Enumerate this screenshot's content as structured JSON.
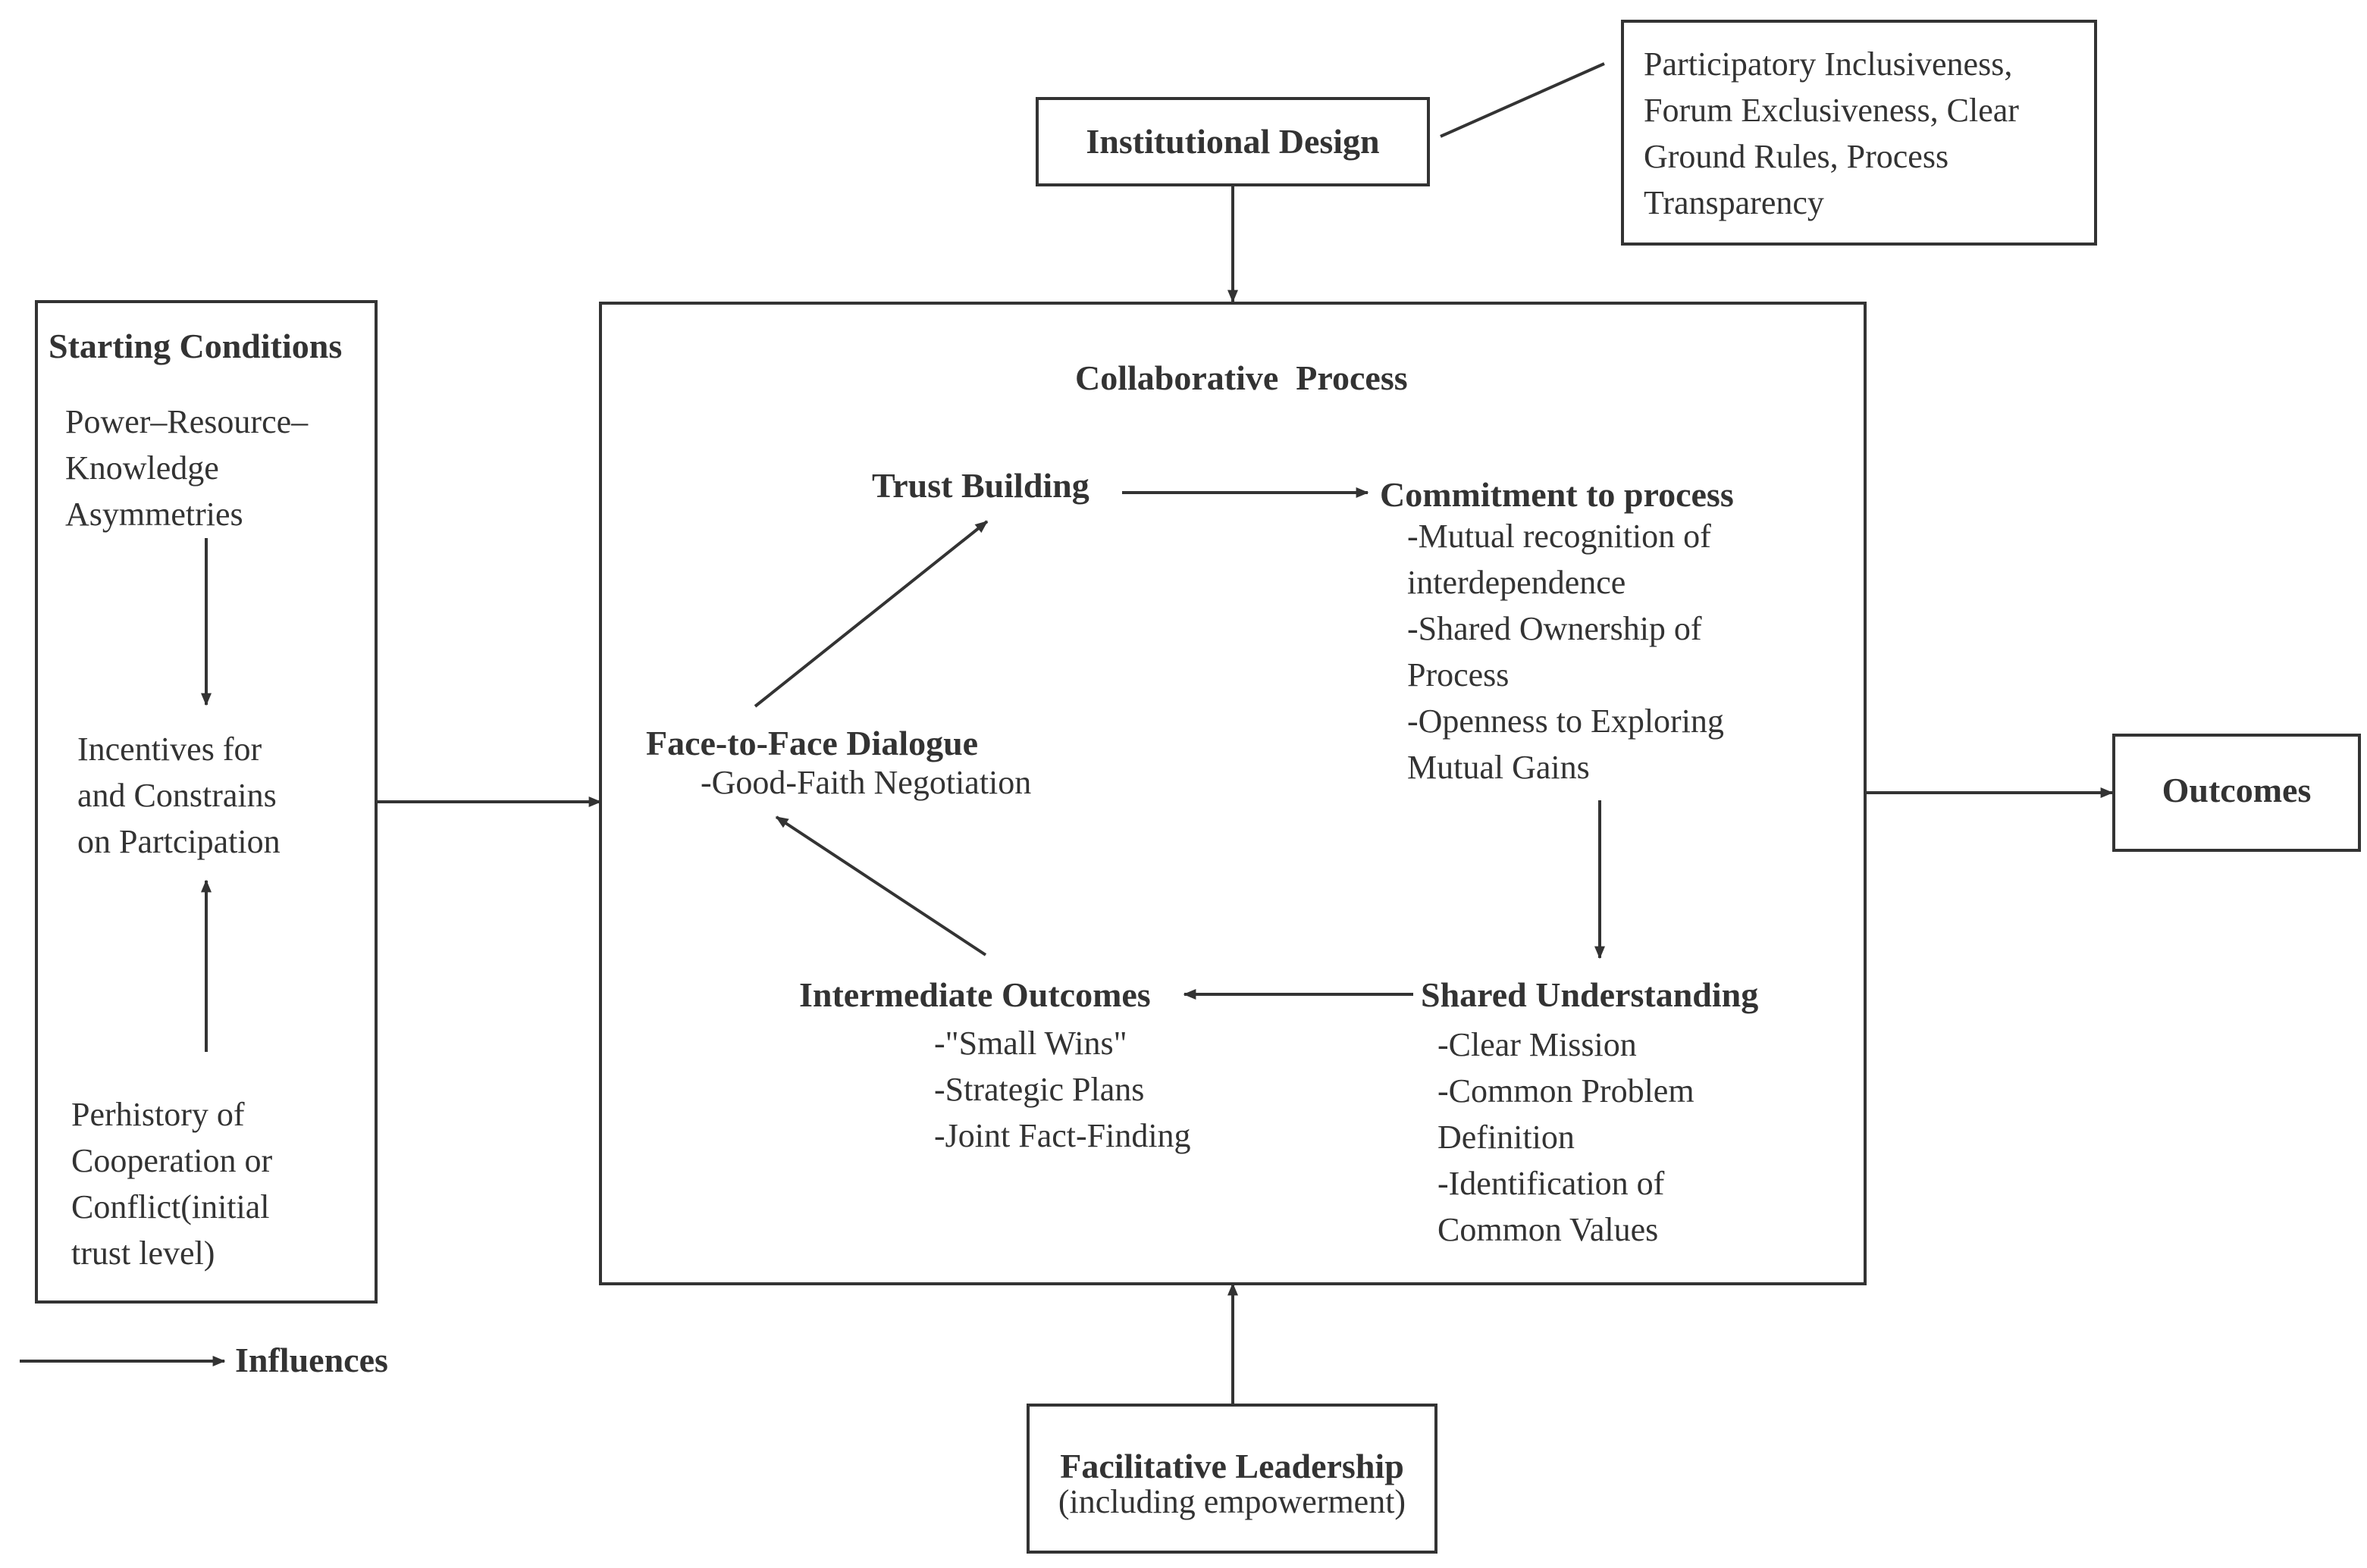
{
  "starting_conditions": {
    "title": "Starting Conditions",
    "asymmetries": [
      "Power–Resource–",
      "Knowledge",
      "Asymmetries"
    ],
    "incentives": [
      "Incentives for",
      "and Constrains",
      "on Partcipation"
    ],
    "prehistory": [
      "Perhistory of",
      "Cooperation or",
      "Conflict(initial",
      "trust level)"
    ]
  },
  "institutional_design": {
    "title": "Institutional Design",
    "details": [
      "Participatory Inclusiveness,",
      "Forum Exclusiveness, Clear",
      "Ground Rules, Process",
      "Transparency"
    ]
  },
  "collaborative_process": {
    "title": "Collaborative  Process",
    "trust_building": "Trust Building",
    "commitment": {
      "title": "Commitment to process",
      "items": [
        "-Mutual recognition of",
        "interdependence",
        "-Shared Ownership of",
        "Process",
        "-Openness to Exploring",
        "Mutual Gains"
      ]
    },
    "face_to_face": {
      "title": "Face-to-Face Dialogue",
      "items": [
        "-Good-Faith Negotiation"
      ]
    },
    "shared_understanding": {
      "title": "Shared Understanding",
      "items": [
        "-Clear Mission",
        "-Common Problem",
        "Definition",
        "-Identification of",
        "Common Values"
      ]
    },
    "intermediate_outcomes": {
      "title": "Intermediate Outcomes",
      "items": [
        "-\"Small Wins\"",
        "-Strategic Plans",
        "-Joint Fact-Finding"
      ]
    }
  },
  "outcomes": {
    "title": "Outcomes"
  },
  "facilitative_leadership": {
    "title": "Facilitative Leadership",
    "subtitle": "(including empowerment)"
  },
  "legend": {
    "label": "Influences"
  },
  "colors": {
    "stroke": "#333333",
    "text": "#333333",
    "background": "#ffffff"
  }
}
